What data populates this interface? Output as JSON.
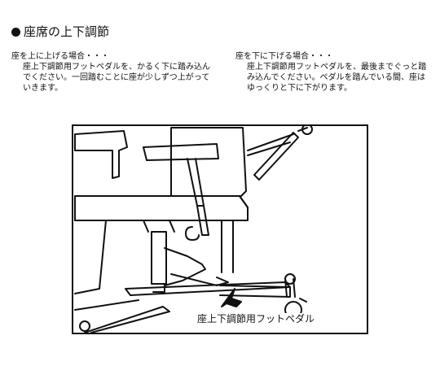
{
  "section": {
    "title": "座席の上下調節"
  },
  "raise": {
    "heading": "座を上に上げる場合・・・",
    "body": "座上下調節用フットペダルを、かるく下に踏み込んでください。一回踏むことに座が少しずつ上がっていきます。"
  },
  "lower": {
    "heading": "座を下に下げる場合・・・",
    "body": "座上下調節用フットペダルを、最後までぐっと踏み込んでください。ペダルを踏んでいる間、座はゆっくりと下に下がります。"
  },
  "illustration": {
    "callout_label": "座上下調節用フットペダル",
    "icons": [
      "chair-illustration",
      "arrow-icon"
    ]
  }
}
